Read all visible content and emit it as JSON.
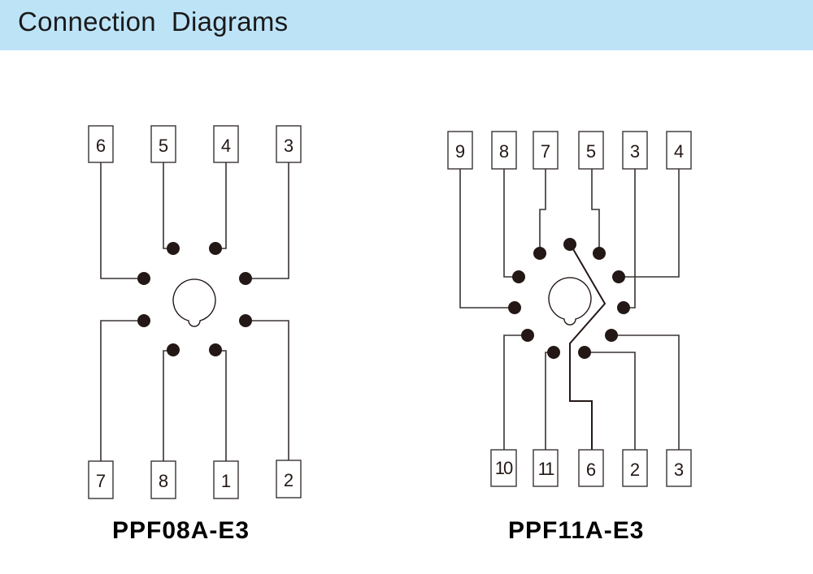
{
  "header": {
    "title": "Connection  Diagrams"
  },
  "diagrams": [
    {
      "model": "PPF08A-E3",
      "pin_count": 8,
      "top_terminals": [
        "6",
        "5",
        "4",
        "3"
      ],
      "bottom_terminals": [
        "7",
        "8",
        "1",
        "2"
      ]
    },
    {
      "model": "PPF11A-E3",
      "pin_count": 11,
      "top_terminals": [
        "9",
        "8",
        "7",
        "5",
        "3",
        "4"
      ],
      "bottom_terminals": [
        "10",
        "11",
        "6",
        "2",
        "3"
      ]
    }
  ]
}
